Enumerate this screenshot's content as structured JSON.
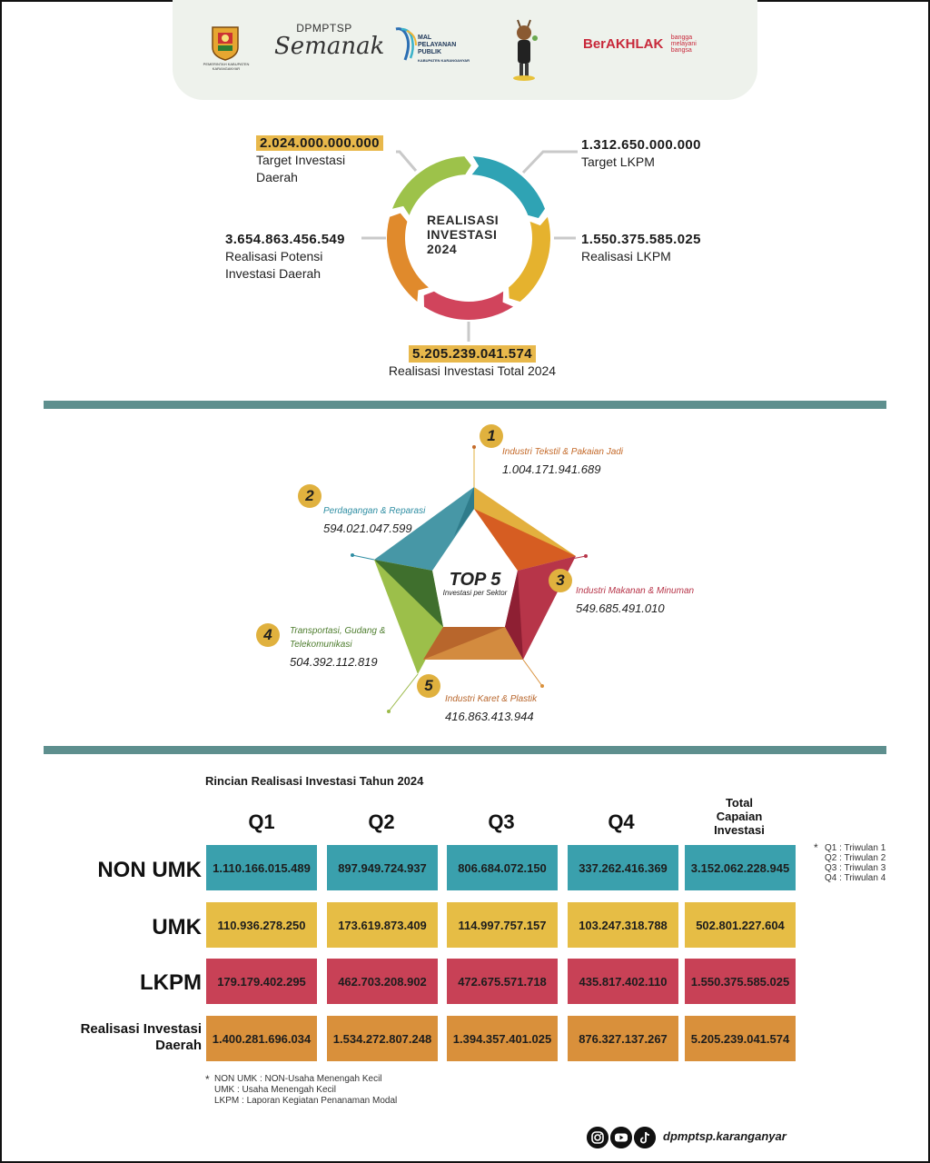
{
  "header": {
    "logos": {
      "crest_caption": "PEMERINTAH KABUPATEN KARANGANYAR",
      "semanak_top": "DPMPTSP",
      "semanak_script": "Semanak",
      "mpp_line1": "MAL",
      "mpp_line2": "PELAYANAN",
      "mpp_line3": "PUBLIK",
      "mpp_line4": "KABUPATEN KARANGANYAR",
      "berakhlak": "BerAKHLAK",
      "bangga": "bangga",
      "melayani": "melayani",
      "bangsa": "bangsa"
    }
  },
  "summary": {
    "ring_title_1": "REALISASI",
    "ring_title_2": "INVESTASI",
    "ring_title_3": "2024",
    "ring_colors": [
      "#9dc24a",
      "#2fa3b4",
      "#e5b22e",
      "#d1445c",
      "#e08a2c"
    ],
    "target_daerah": {
      "value": "2.024.000.000.000",
      "label_1": "Target Investasi",
      "label_2": "Daerah"
    },
    "target_lkpm": {
      "value": "1.312.650.000.000",
      "label_1": "Target LKPM"
    },
    "potensi": {
      "value": "3.654.863.456.549",
      "label_1": "Realisasi Potensi",
      "label_2": "Investasi Daerah"
    },
    "realisasi_lkpm": {
      "value": "1.550.375.585.025",
      "label_1": "Realisasi LKPM"
    },
    "total": {
      "value": "5.205.239.041.574",
      "label_1": "Realisasi Investasi Total 2024"
    }
  },
  "top5": {
    "title": "TOP 5",
    "subtitle": "Investasi per Sektor",
    "sectors": [
      {
        "rank": "1",
        "name": "Industri Tekstil & Pakaian Jadi",
        "value": "1.004.171.941.689",
        "color": "#c46a2a"
      },
      {
        "rank": "2",
        "name": "Perdagangan & Reparasi",
        "value": "594.021.047.599",
        "color": "#2f8ea3"
      },
      {
        "rank": "3",
        "name": "Industri Makanan & Minuman",
        "value": "549.685.491.010",
        "color": "#b73549"
      },
      {
        "rank": "4",
        "name_1": "Transportasi, Gudang &",
        "name_2": "Telekomunikasi",
        "value": "504.392.112.819",
        "color": "#4e7d2e"
      },
      {
        "rank": "5",
        "name": "Industri Karet & Plastik",
        "value": "416.863.413.944",
        "color": "#b8662c"
      }
    ]
  },
  "table": {
    "title": "Rincian Realisasi Investasi Tahun 2024",
    "columns": [
      "Q1",
      "Q2",
      "Q3",
      "Q4"
    ],
    "total_header_1": "Total",
    "total_header_2": "Capaian",
    "total_header_3": "Investasi",
    "rows": [
      {
        "label": "NON UMK",
        "color": "#3aa0ad",
        "cells": [
          "1.110.166.015.489",
          "897.949.724.937",
          "806.684.072.150",
          "337.262.416.369",
          "3.152.062.228.945"
        ]
      },
      {
        "label": "UMK",
        "color": "#e6bd45",
        "cells": [
          "110.936.278.250",
          "173.619.873.409",
          "114.997.757.157",
          "103.247.318.788",
          "502.801.227.604"
        ]
      },
      {
        "label": "LKPM",
        "color": "#c84156",
        "cells": [
          "179.179.402.295",
          "462.703.208.902",
          "472.675.571.718",
          "435.817.402.110",
          "1.550.375.585.025"
        ]
      },
      {
        "label_1": "Realisasi Investasi",
        "label_2": "Daerah",
        "color": "#d9903b",
        "cells": [
          "1.400.281.696.034",
          "1.534.272.807.248",
          "1.394.357.401.025",
          "876.327.137.267",
          "5.205.239.041.574"
        ]
      }
    ],
    "quarter_notes": [
      "Q1 : Triwulan 1",
      "Q2 : Triwulan 2",
      "Q3 : Triwulan 3",
      "Q4 : Triwulan 4"
    ],
    "abbrev_notes": [
      "NON UMK : NON-Usaha Menengah Kecil",
      "UMK : Usaha Menengah Kecil",
      "LKPM : Laporan Kegiatan Penanaman Modal"
    ],
    "asterisk": "*"
  },
  "footer": {
    "handle": "dpmptsp.karanganyar",
    "icons": [
      "instagram-icon",
      "youtube-icon",
      "tiktok-icon"
    ]
  }
}
